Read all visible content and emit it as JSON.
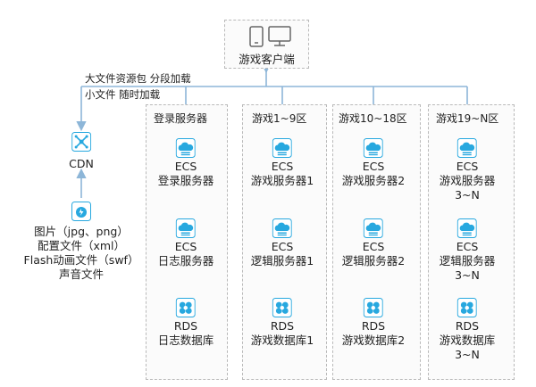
{
  "client": {
    "label": "游戏客户端",
    "icons": [
      "phone-icon",
      "monitor-icon"
    ]
  },
  "cdn": {
    "label": "CDN",
    "note_line1": "大文件资源包 分段加载",
    "note_line2": "小文件 随时加载",
    "content": [
      "图片（jpg、png）",
      "配置文件（xml）",
      "Flash动画文件（swf）",
      "声音文件"
    ]
  },
  "zones": [
    {
      "title": "登录服务器",
      "nodes": [
        {
          "type": "ECS",
          "lines": [
            "ECS",
            "登录服务器"
          ]
        },
        {
          "type": "ECS",
          "lines": [
            "ECS",
            "日志服务器"
          ]
        },
        {
          "type": "RDS",
          "lines": [
            "RDS",
            "日志数据库"
          ]
        }
      ]
    },
    {
      "title": "游戏1~9区",
      "nodes": [
        {
          "type": "ECS",
          "lines": [
            "ECS",
            "游戏服务器1"
          ]
        },
        {
          "type": "ECS",
          "lines": [
            "ECS",
            "逻辑服务器1"
          ]
        },
        {
          "type": "RDS",
          "lines": [
            "RDS",
            "游戏数据库1"
          ]
        }
      ]
    },
    {
      "title": "游戏10~18区",
      "nodes": [
        {
          "type": "ECS",
          "lines": [
            "ECS",
            "游戏服务器2"
          ]
        },
        {
          "type": "ECS",
          "lines": [
            "ECS",
            "逻辑服务器2"
          ]
        },
        {
          "type": "RDS",
          "lines": [
            "RDS",
            "游戏数据库2"
          ]
        }
      ]
    },
    {
      "title": "游戏19~N区",
      "nodes": [
        {
          "type": "ECS",
          "lines": [
            "ECS",
            "游戏服务器",
            "3~N"
          ]
        },
        {
          "type": "ECS",
          "lines": [
            "ECS",
            "逻辑服务器",
            "3~N"
          ]
        },
        {
          "type": "RDS",
          "lines": [
            "RDS",
            "游戏数据库",
            "3~N"
          ]
        }
      ]
    }
  ],
  "colors": {
    "accent": "#27a8df",
    "arrow": "#8db6d8",
    "dashed": "#b9b9b9"
  }
}
